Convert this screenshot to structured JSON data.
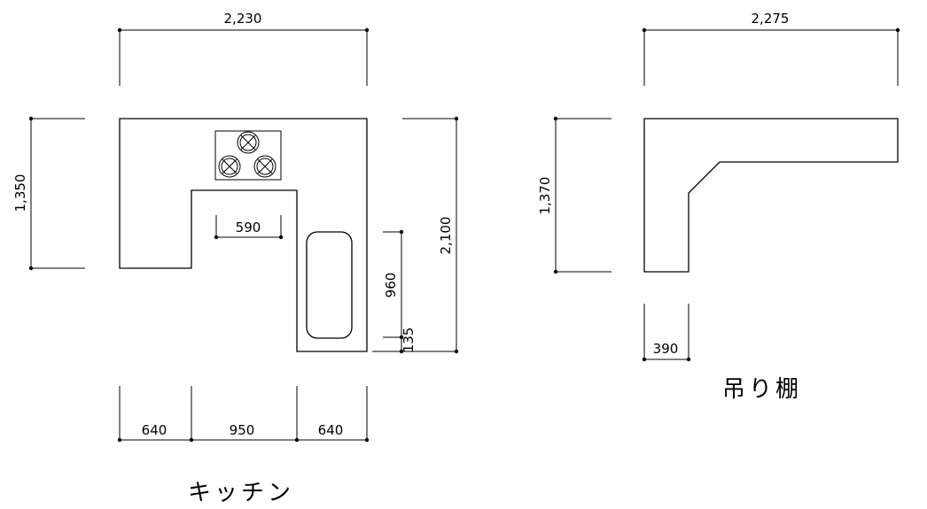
{
  "kitchen": {
    "title": "キッチン",
    "dims": {
      "top_width": "2,230",
      "left_height": "1,350",
      "right_height": "2,100",
      "inner_width": "590",
      "sink_height": "960",
      "sink_offset": "135",
      "bottom_left": "640",
      "bottom_mid": "950",
      "bottom_right": "640"
    }
  },
  "shelf": {
    "title": "吊り棚",
    "dims": {
      "top_width": "2,275",
      "left_height": "1,370",
      "depth": "390"
    }
  }
}
